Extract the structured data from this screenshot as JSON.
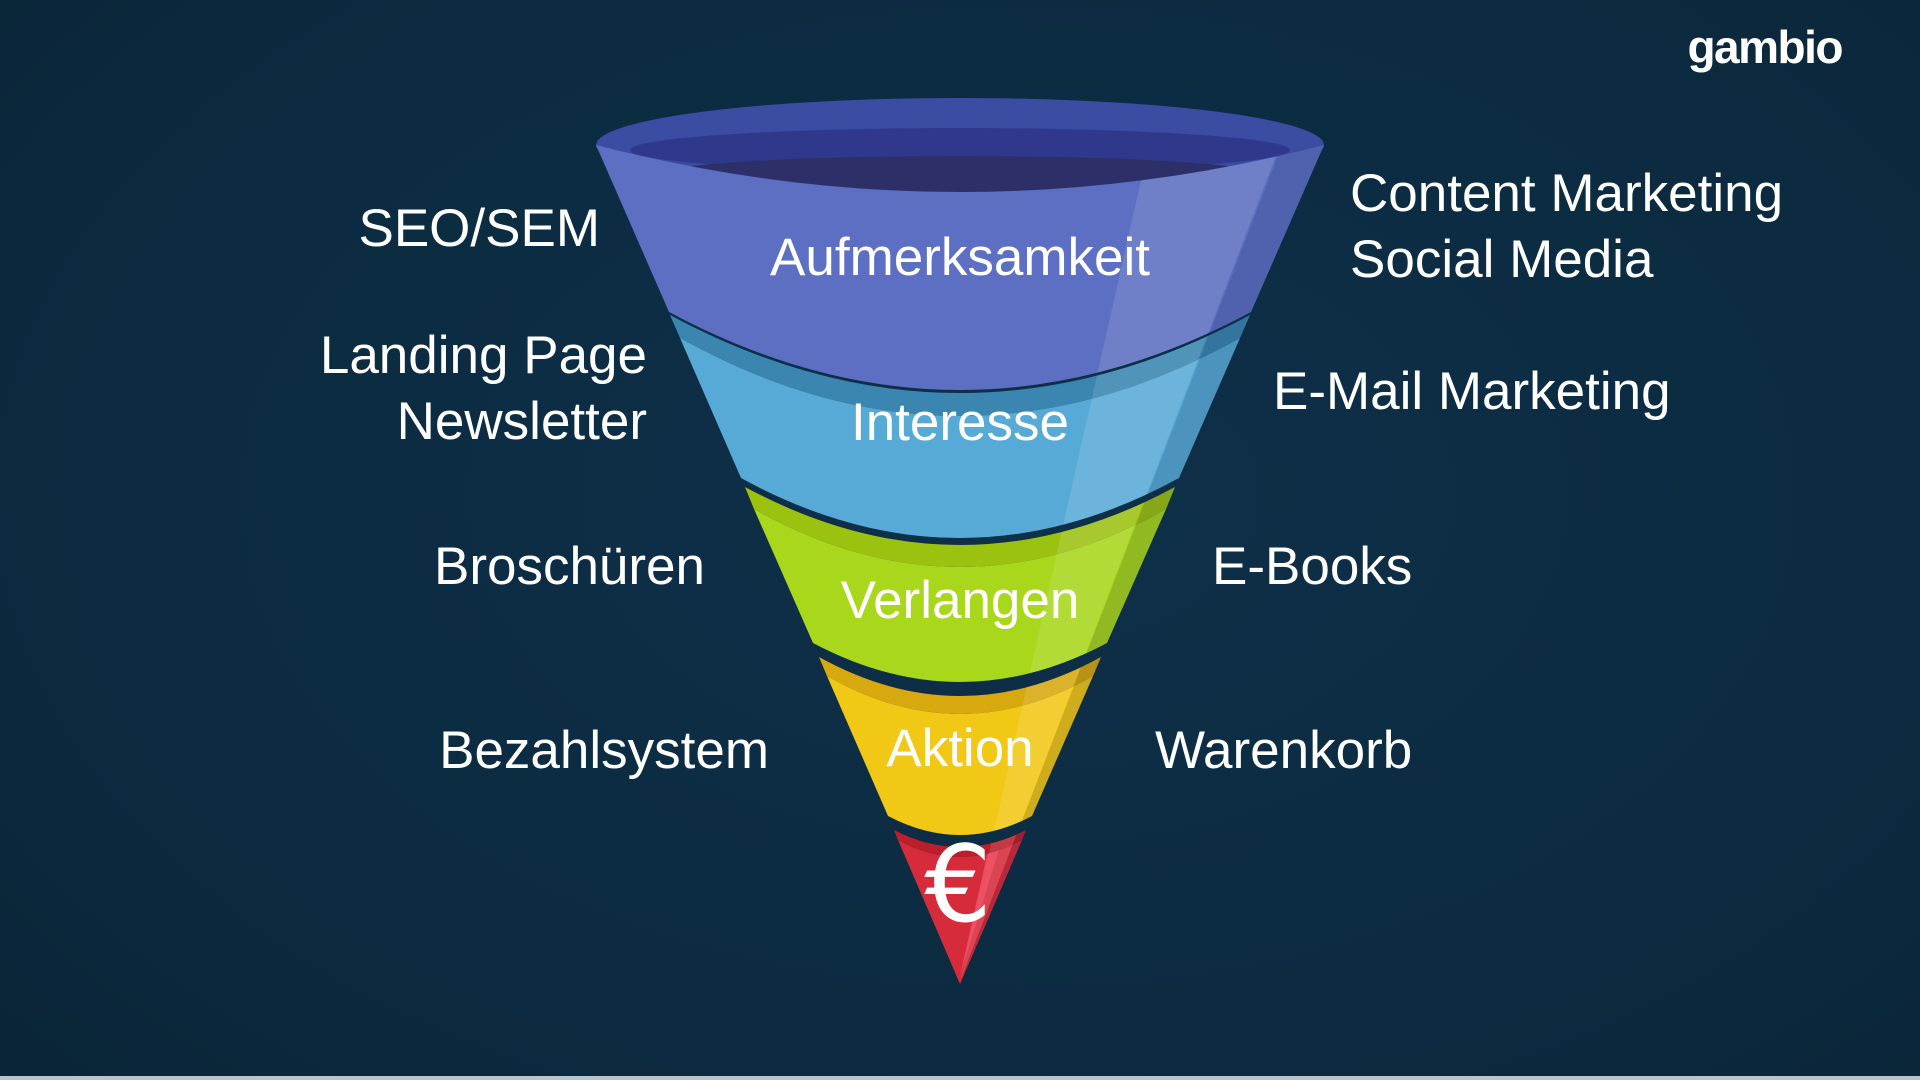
{
  "page": {
    "background_color": "#0c2b41",
    "bottom_strip_color": "#b8c5cd"
  },
  "brand": {
    "logo_text": "gambio"
  },
  "funnel": {
    "stages": [
      {
        "name": "Aufmerksamkeit",
        "left_lines": [
          "SEO/SEM"
        ],
        "right_lines": [
          "Content Marketing",
          "Social Media"
        ],
        "colors": {
          "body": "#5c6fc2",
          "rim": "#3b4ca3",
          "rim_mid": "#30388b",
          "rim_inner": "#2d2f68"
        }
      },
      {
        "name": "Interesse",
        "left_lines": [
          "Landing Page",
          "Newsletter"
        ],
        "right_lines": [
          "E-Mail Marketing"
        ],
        "colors": {
          "body": "#58aad6",
          "rim": "#3a86b0"
        }
      },
      {
        "name": "Verlangen",
        "left_lines": [
          "Broschüren"
        ],
        "right_lines": [
          "E-Books"
        ],
        "colors": {
          "body": "#a8d71c",
          "rim": "#9cc210"
        }
      },
      {
        "name": "Aktion",
        "left_lines": [
          "Bezahlsystem"
        ],
        "right_lines": [
          "Warenkorb"
        ],
        "colors": {
          "body": "#f2c816",
          "rim": "#d7a90e"
        }
      }
    ],
    "tip": {
      "symbol": "€",
      "colors": {
        "body": "#d62b3a",
        "rim": "#bc1e2b",
        "highlight": "#ef5468"
      }
    }
  }
}
